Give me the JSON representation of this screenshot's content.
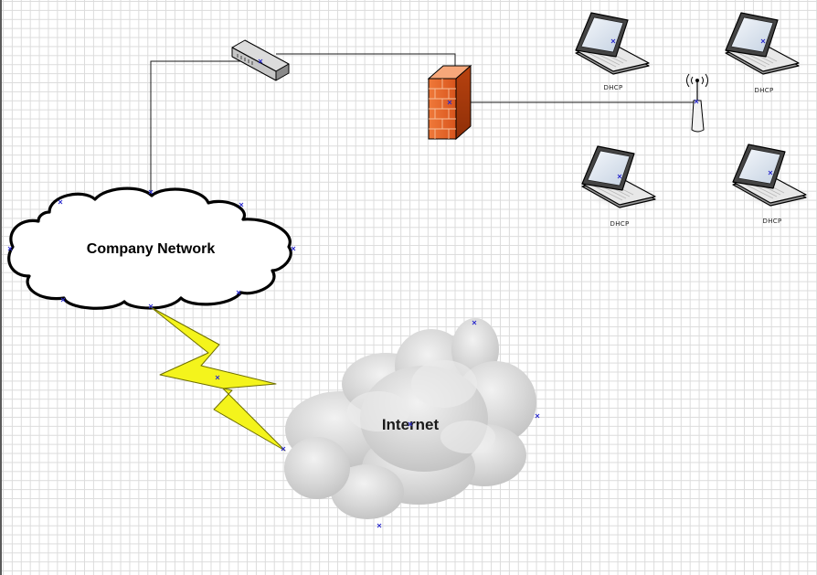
{
  "diagram": {
    "nodes": {
      "company_network": {
        "label": "Company Network"
      },
      "internet": {
        "label": "Internet"
      },
      "laptops": [
        {
          "label": "DHCP"
        },
        {
          "label": "DHCP"
        },
        {
          "label": "DHCP"
        },
        {
          "label": "DHCP"
        }
      ]
    },
    "connections": [
      {
        "from": "company_network",
        "to": "switch"
      },
      {
        "from": "switch",
        "to": "firewall"
      },
      {
        "from": "firewall",
        "to": "wireless_access_point"
      },
      {
        "from": "company_network",
        "to": "internet",
        "style": "lightning"
      }
    ],
    "colors": {
      "firewall": "#e8672a",
      "lightning": "#f4f41c",
      "internet_cloud": "#d4d4d4",
      "grid": "#dcdcdc",
      "connection_point": "#2a2acc"
    }
  }
}
